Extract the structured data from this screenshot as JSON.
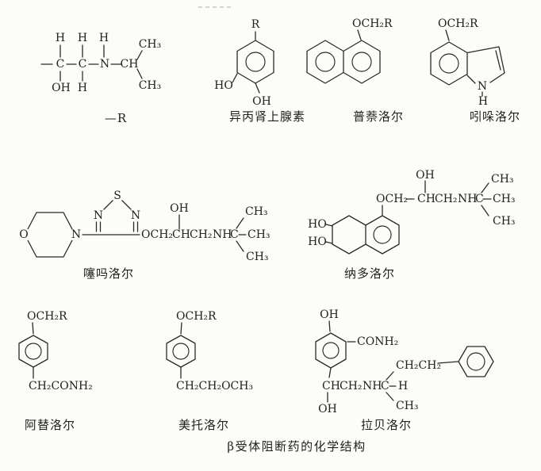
{
  "figure": {
    "caption": "β受体阻断药的化学结构"
  },
  "symbols": {
    "h": "H",
    "c": "C",
    "n": "N",
    "o": "O",
    "s": "S",
    "r": "R",
    "ch": "CH",
    "oh": "OH",
    "ho": "HO",
    "nh": "NH",
    "ch2": "CH₂",
    "ch3": "CH₃",
    "och2": "OCH₂",
    "och2r": "OCH₂R",
    "conh2": "CONH₂",
    "ch2conh2": "CH₂CONH₂",
    "ch2ch2och3": "CH₂CH₂OCH₃",
    "ch2ch2": "CH₂CH₂"
  },
  "structures": {
    "side_chain": {
      "label": "—R"
    },
    "isoproterenol": {
      "name": "异丙肾上腺素"
    },
    "propranolol": {
      "name": "普萘洛尔"
    },
    "pindolol": {
      "name": "吲哚洛尔"
    },
    "timolol": {
      "name": "噻吗洛尔"
    },
    "nadolol": {
      "name": "纳多洛尔"
    },
    "atenolol": {
      "name": "阿替洛尔"
    },
    "metoprolol": {
      "name": "美托洛尔"
    },
    "labetalol": {
      "name": "拉贝洛尔"
    }
  }
}
